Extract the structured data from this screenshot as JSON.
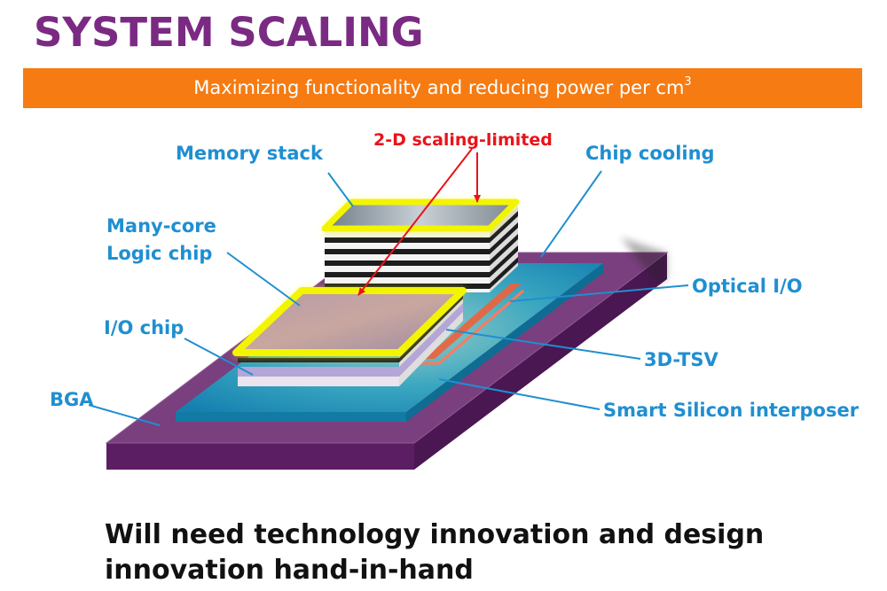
{
  "title": "SYSTEM SCALING",
  "banner": {
    "text": "Maximizing functionality and reducing power per cm",
    "superscript": "3"
  },
  "labels": {
    "memory_stack": "Memory stack",
    "scaling_limited": "2-D scaling-limited",
    "chip_cooling": "Chip cooling",
    "many_core_line1": "Many-core",
    "many_core_line2": "Logic chip",
    "optical_io": "Optical I/O",
    "io_chip": "I/O chip",
    "tsv": "3D-TSV",
    "bga": "BGA",
    "interposer": "Smart Silicon interposer"
  },
  "footer": {
    "line1": "Will need technology innovation and design",
    "line2": "innovation hand-in-hand"
  },
  "colors": {
    "title": "#7b2a83",
    "banner": "#f57b12",
    "label_blue": "#1f8fd1",
    "label_red": "#e8141a",
    "bga_top": "#7a3f7e",
    "bga_side": "#5c1e63",
    "interposer": "#1a95b8",
    "glow": "#f3f500"
  }
}
